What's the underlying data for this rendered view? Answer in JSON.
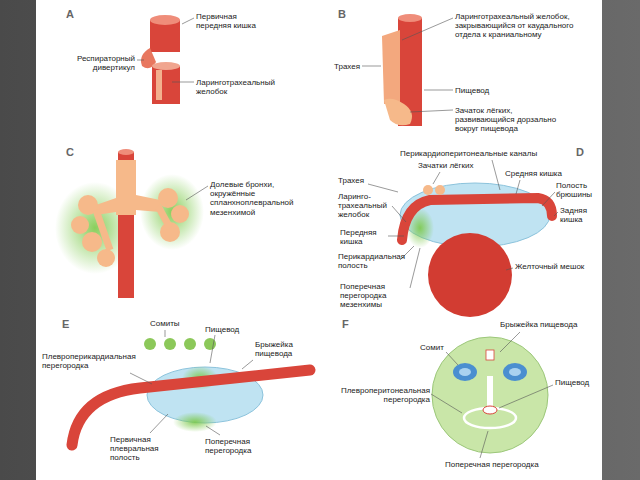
{
  "diagram": {
    "labels": [
      "A",
      "Первичная передняя кишка",
      "Респираторный дивертикул",
      "Ларинготрахеальный желобок",
      "B",
      "Ларинготрахеальный желобок, закрывающийся от каудального отдела к краниальному",
      "Трахея",
      "Пищевод",
      "Зачаток лёгких, развивающийся дорзально вокруг пищевода",
      "C",
      "Долевые бронхи, окружённые спланхноплевральной мезенхимой",
      "D",
      "Перикардиоперитонеальные каналы",
      "Зачатки лёгких",
      "Трахея",
      "Средняя кишка",
      "Полость брюшины",
      "Ларинго-трахеальный желобок",
      "Задняя кишка",
      "Передняя кишка",
      "Перикардиальная полость",
      "Поперечная перегородка мезенхимы",
      "Желточный мешок",
      "E",
      "Сомиты",
      "Пищевод",
      "Плевроперикардиальная перегородка",
      "Брыжейка пищевода",
      "Первичная плевральная полость",
      "Поперечная перегородка",
      "F",
      "Сомит",
      "Брыжейка пищевода",
      "Пищевод",
      "Плевроперитонеальная перегородка",
      "Поперечная перегородка"
    ]
  }
}
